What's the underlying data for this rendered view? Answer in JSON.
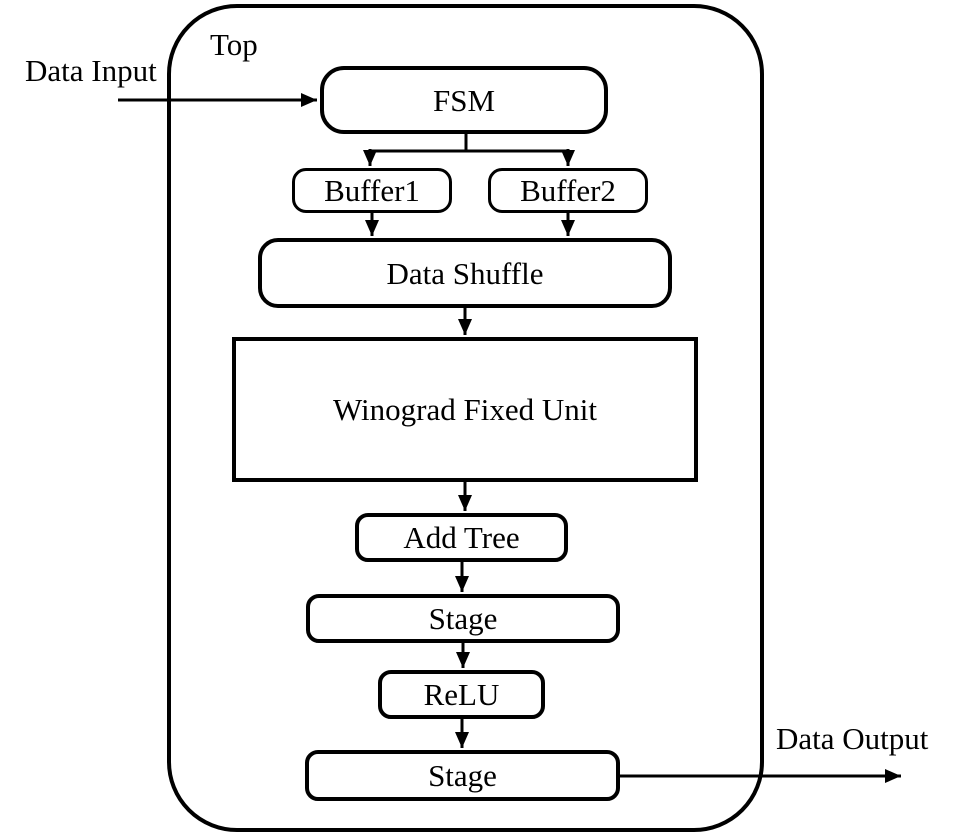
{
  "diagram": {
    "outer_label": "Top",
    "input_label": "Data Input",
    "output_label": "Data Output",
    "nodes": {
      "fsm": "FSM",
      "buffer1": "Buffer1",
      "buffer2": "Buffer2",
      "data_shuffle": "Data Shuffle",
      "winograd": "Winograd Fixed Unit",
      "add_tree": "Add Tree",
      "stage1": "Stage",
      "relu": "ReLU",
      "stage2": "Stage"
    },
    "colors": {
      "stroke": "#000000",
      "background": "#ffffff"
    }
  }
}
